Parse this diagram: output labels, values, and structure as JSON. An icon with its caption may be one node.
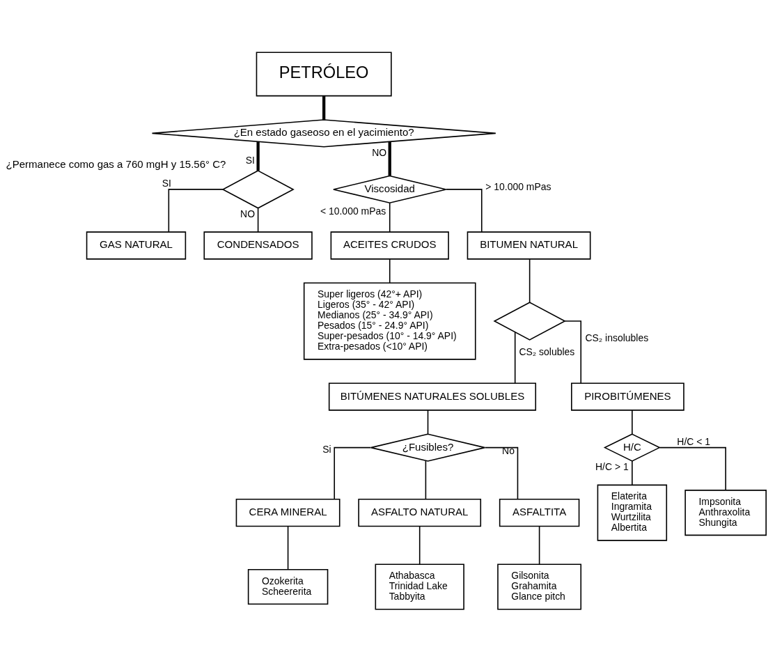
{
  "diagram": {
    "nodes": [
      {
        "text": [
          "PETRÓLEO"
        ]
      },
      {
        "text": [
          "¿En estado gaseoso en el yacimiento?"
        ]
      },
      {
        "text": [
          "GAS NATURAL"
        ]
      },
      {
        "text": [
          "CONDENSADOS"
        ]
      },
      {
        "text": [],
        "shape": "diamond",
        "beside": [
          "¿Permanece como gas a 760 mgH y 15.56° C?"
        ]
      },
      {
        "text": [
          "Viscosidad"
        ]
      },
      {
        "text": [
          "ACEITES CRUDOS"
        ]
      },
      {
        "text": [
          "BITUMEN NATURAL"
        ]
      },
      {
        "text": [
          "Super ligeros (42°+ API)",
          "Ligeros (35° - 42° API)",
          "Medianos (25° - 34.9° API)",
          "Pesados (15° - 24.9° API)",
          "Super-pesados (10° - 14.9° API)",
          "Extra-pesados (<10° API)"
        ]
      },
      {
        "text": [],
        "shape": "diamond"
      },
      {
        "text": [
          "BITÚMENES NATURALES SOLUBLES"
        ]
      },
      {
        "text": [
          "PIROBITÚMENES"
        ]
      },
      {
        "text": [
          "¿Fusibles?"
        ]
      },
      {
        "text": [
          "H/C"
        ]
      },
      {
        "text": [
          "CERA MINERAL"
        ]
      },
      {
        "text": [
          "ASFALTO NATURAL"
        ]
      },
      {
        "text": [
          "ASFALTITA"
        ]
      },
      {
        "text": [
          "Ozokerita",
          "Scheererita"
        ]
      },
      {
        "text": [
          "Athabasca",
          "Trinidad Lake",
          "Tabbyita"
        ]
      },
      {
        "text": [
          "Gilsonita",
          "Grahamita",
          "Glance pitch"
        ]
      },
      {
        "text": [
          "Elaterita",
          "Ingramita",
          "Wurtzilita",
          "Albertita"
        ]
      },
      {
        "text": [
          "Impsonita",
          "Anthraxolita",
          "Shungita"
        ]
      }
    ],
    "edges": [
      {
        "from": 0,
        "to": 1,
        "arrow": "none",
        "style": "thick"
      },
      {
        "from": 1,
        "to": 4,
        "arrow": "none",
        "style": "thick",
        "label": "SI"
      },
      {
        "from": 4,
        "to": 2,
        "arrow": "none",
        "label": "SI"
      },
      {
        "from": 4,
        "to": 3,
        "arrow": "none",
        "label": "NO"
      },
      {
        "from": 1,
        "to": 5,
        "arrow": "none",
        "style": "thick",
        "label": "NO"
      },
      {
        "from": 5,
        "to": 6,
        "arrow": "none",
        "label": "< 10.000 mPas"
      },
      {
        "from": 5,
        "to": 7,
        "arrow": "none",
        "label": "> 10.000 mPas"
      },
      {
        "from": 6,
        "to": 8,
        "arrow": "none"
      },
      {
        "from": 7,
        "to": 9,
        "arrow": "none"
      },
      {
        "from": 9,
        "to": 10,
        "arrow": "none",
        "label": "CS₂ solubles"
      },
      {
        "from": 9,
        "to": 11,
        "arrow": "none",
        "label": "CS₂ insolubles"
      },
      {
        "from": 10,
        "to": 12,
        "arrow": "none"
      },
      {
        "from": 11,
        "to": 13,
        "arrow": "none"
      },
      {
        "from": 12,
        "to": 14,
        "arrow": "none",
        "label": "Si"
      },
      {
        "from": 12,
        "to": 15,
        "arrow": "none"
      },
      {
        "from": 12,
        "to": 16,
        "arrow": "none",
        "label": "No"
      },
      {
        "from": 13,
        "to": 20,
        "arrow": "none",
        "label": "H/C > 1"
      },
      {
        "from": 13,
        "to": 21,
        "arrow": "none",
        "label": "H/C < 1"
      },
      {
        "from": 14,
        "to": 17,
        "arrow": "none"
      },
      {
        "from": 15,
        "to": 18,
        "arrow": "none"
      },
      {
        "from": 16,
        "to": 19,
        "arrow": "none"
      }
    ]
  }
}
